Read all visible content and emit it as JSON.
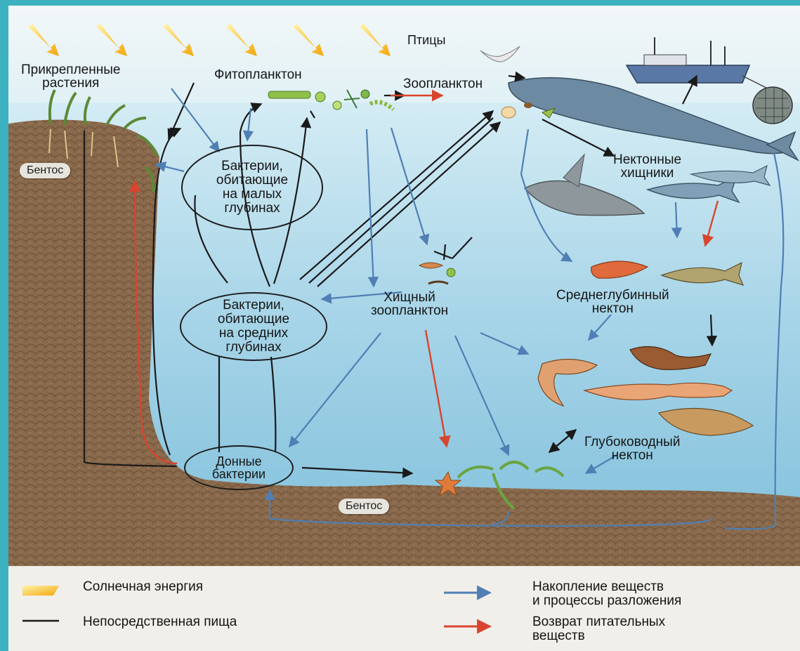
{
  "labels": {
    "birds": "Птицы",
    "attached_plants": "Прикрепленные\nрастения",
    "phytoplankton": "Фитопланктон",
    "zooplankton": "Зоопланктон",
    "benthos_left": "Бентос",
    "benthos_bottom": "Бентос",
    "nekton_predators": "Нектонные\nхищники",
    "bacteria_shallow": "Бактерии,\nобитающие\nна малых\nглубинах",
    "predatory_zooplankton": "Хищный\nзоопланктон",
    "midwater_nekton": "Среднеглубинный\nнектон",
    "bacteria_mid": "Бактерии,\nобитающие\nна средних\nглубинах",
    "deep_nekton": "Глубоководный\nнектон",
    "bottom_bacteria": "Донные\nбактерии"
  },
  "legend": {
    "solar_energy": "Солнечная энергия",
    "direct_food": "Непосредственная пища",
    "accumulation": "Накопление веществ\nи процессы разложения",
    "nutrient_return": "Возврат питательных\nвеществ"
  },
  "colors": {
    "sun": "#f6c21a",
    "direct_food": "#1a1a1a",
    "accumulation": "#4f7fb4",
    "nutrient_return": "#d8452f",
    "water": "#9fd0e4",
    "seabed": "#8a6a4c",
    "frame": "#3cb1bf"
  }
}
